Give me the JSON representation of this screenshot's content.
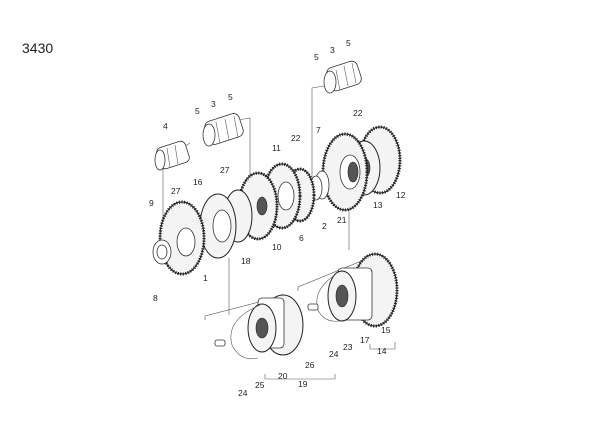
{
  "figure_number": "3430",
  "callouts": {
    "c5a": "5",
    "c3a": "3",
    "c5b": "5",
    "c5c": "5",
    "c3b": "3",
    "c5d": "5",
    "c4": "4",
    "c22a": "22",
    "c7": "7",
    "c22b": "22",
    "c11": "11",
    "c27a": "27",
    "c16": "16",
    "c27b": "27",
    "c9": "9",
    "c12": "12",
    "c13": "13",
    "c21": "21",
    "c2": "2",
    "c6": "6",
    "c10": "10",
    "c18": "18",
    "c1": "1",
    "c8": "8",
    "c15": "15",
    "c14": "14",
    "c17": "17",
    "c23": "23",
    "c24a": "24",
    "c26": "26",
    "c20": "20",
    "c19": "19",
    "c25": "25",
    "c24b": "24"
  }
}
